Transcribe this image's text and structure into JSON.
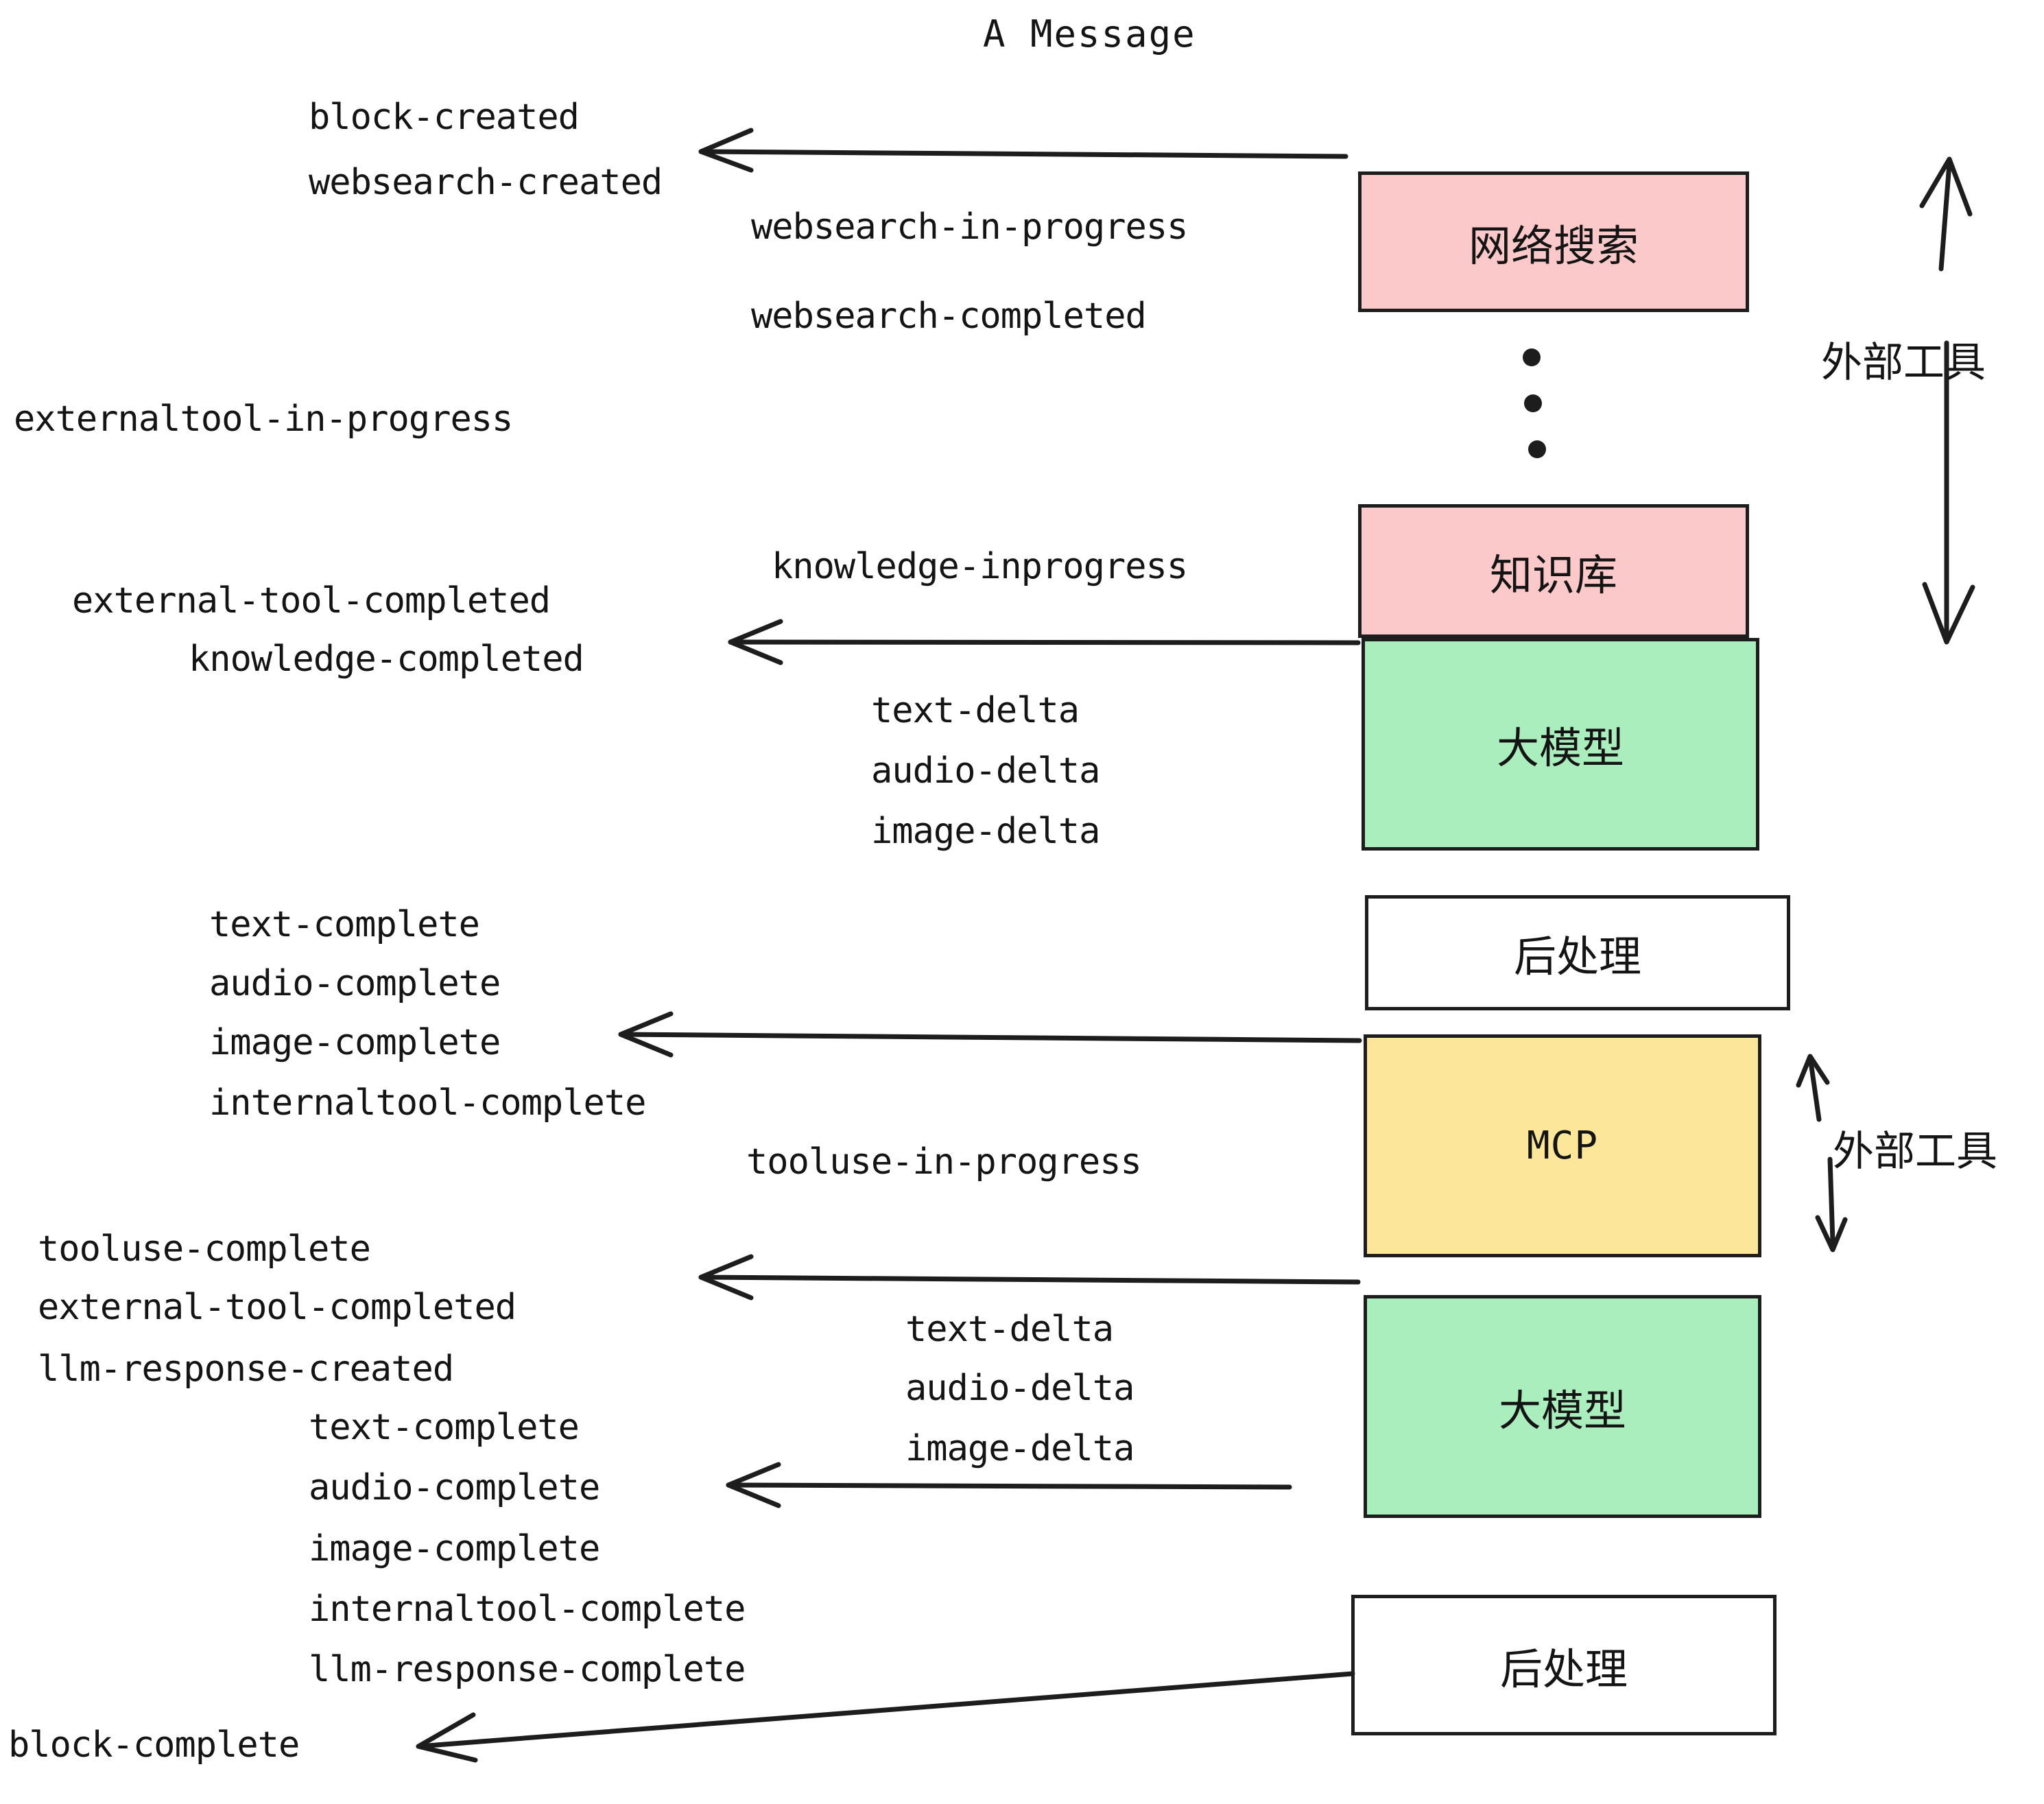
{
  "title": "A Message",
  "boxes": [
    {
      "name": "websearch",
      "label": "网络搜索",
      "color": "#fbc9c9",
      "kind": "cjk"
    },
    {
      "name": "knowledge",
      "label": "知识库",
      "color": "#fbc9c9",
      "kind": "cjk"
    },
    {
      "name": "llm-1",
      "label": "大模型",
      "color": "#abeebd",
      "kind": "cjk"
    },
    {
      "name": "postprocess-1",
      "label": "后处理",
      "color": "#ffffff",
      "kind": "cjk"
    },
    {
      "name": "mcp",
      "label": "MCP",
      "color": "#fbe69a",
      "kind": "latin"
    },
    {
      "name": "llm-2",
      "label": "大模型",
      "color": "#abeebd",
      "kind": "cjk"
    },
    {
      "name": "postprocess-2",
      "label": "后处理",
      "color": "#ffffff",
      "kind": "cjk"
    }
  ],
  "side_labels": [
    {
      "name": "external-tools-top",
      "label": "外部工具"
    },
    {
      "name": "external-tools-bottom",
      "label": "外部工具"
    }
  ],
  "events": [
    {
      "name": "block-created",
      "label": "block-created"
    },
    {
      "name": "websearch-created",
      "label": "websearch-created"
    },
    {
      "name": "websearch-in-progress",
      "label": "websearch-in-progress"
    },
    {
      "name": "websearch-completed",
      "label": "websearch-completed"
    },
    {
      "name": "externaltool-in-progress",
      "label": "externaltool-in-progress"
    },
    {
      "name": "knowledge-inprogress",
      "label": "knowledge-inprogress"
    },
    {
      "name": "external-tool-completed-1",
      "label": "external-tool-completed"
    },
    {
      "name": "knowledge-completed",
      "label": "knowledge-completed"
    },
    {
      "name": "text-delta-1",
      "label": "text-delta"
    },
    {
      "name": "audio-delta-1",
      "label": "audio-delta"
    },
    {
      "name": "image-delta-1",
      "label": "image-delta"
    },
    {
      "name": "text-complete-1",
      "label": "text-complete"
    },
    {
      "name": "audio-complete-1",
      "label": "audio-complete"
    },
    {
      "name": "image-complete-1",
      "label": "image-complete"
    },
    {
      "name": "internaltool-complete-1",
      "label": "internaltool-complete"
    },
    {
      "name": "tooluse-in-progress",
      "label": "tooluse-in-progress"
    },
    {
      "name": "tooluse-complete",
      "label": "tooluse-complete"
    },
    {
      "name": "external-tool-completed-2",
      "label": "external-tool-completed"
    },
    {
      "name": "llm-response-created",
      "label": "llm-response-created"
    },
    {
      "name": "text-delta-2",
      "label": "text-delta"
    },
    {
      "name": "audio-delta-2",
      "label": "audio-delta"
    },
    {
      "name": "image-delta-2",
      "label": "image-delta"
    },
    {
      "name": "text-complete-2",
      "label": "text-complete"
    },
    {
      "name": "audio-complete-2",
      "label": "audio-complete"
    },
    {
      "name": "image-complete-2",
      "label": "image-complete"
    },
    {
      "name": "internaltool-complete-2",
      "label": "internaltool-complete"
    },
    {
      "name": "llm-response-complete",
      "label": "llm-response-complete"
    },
    {
      "name": "block-complete",
      "label": "block-complete"
    }
  ],
  "colors": {
    "stroke": "#1d1d1d",
    "text": "#141414",
    "pink": "#fbc9c9",
    "green": "#abeebd",
    "yellow": "#fbe69a",
    "white": "#ffffff"
  }
}
